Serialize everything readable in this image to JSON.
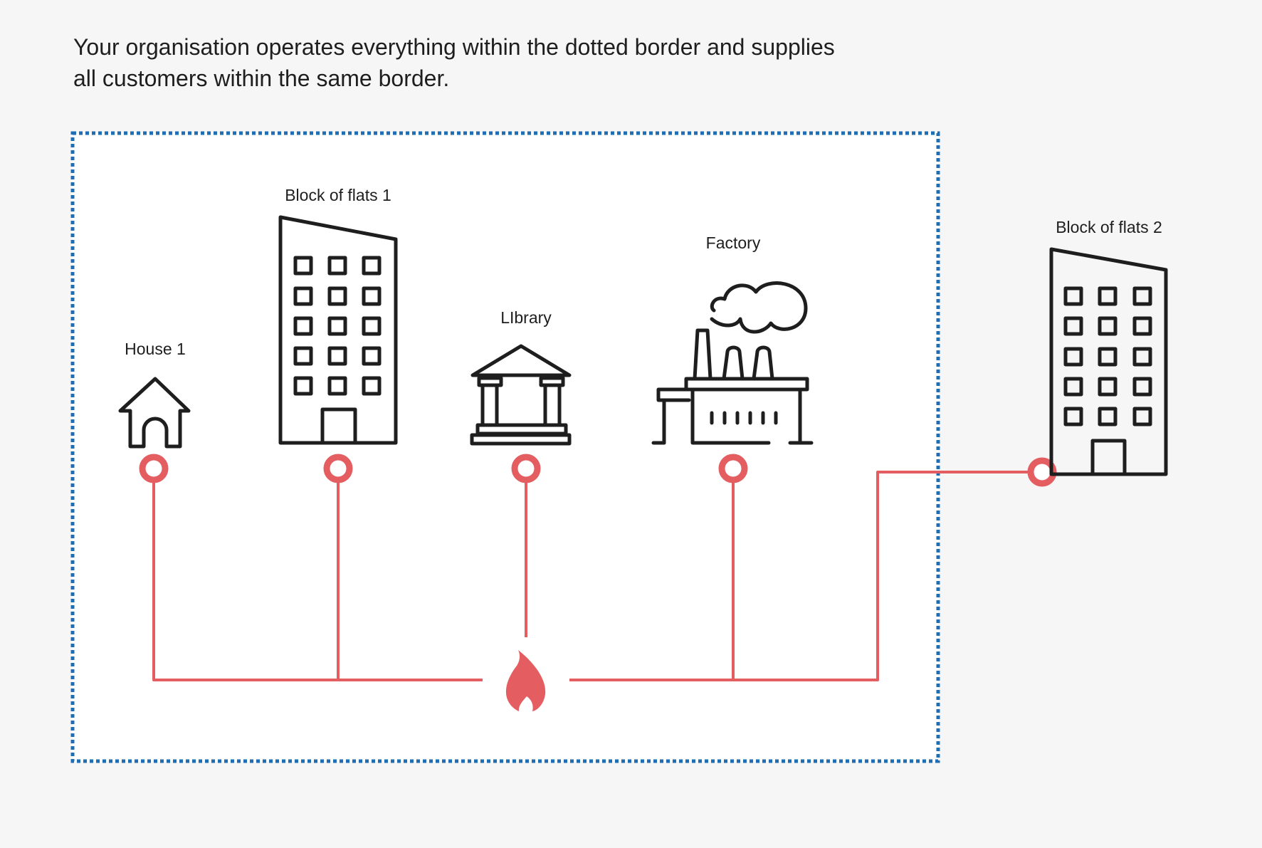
{
  "intro": {
    "line1": "Your organisation operates everything within the dotted border and supplies",
    "line2": "all customers within the same border."
  },
  "buildings": {
    "house1": "House 1",
    "flats1": "Block of flats 1",
    "library": "LIbrary",
    "factory": "Factory",
    "flats2": "Block of flats 2"
  },
  "colors": {
    "background": "#f6f6f6",
    "border": "#1f6eb3",
    "pipe": "#e35d61",
    "icon": "#1e1e1e"
  },
  "icons": {
    "source": "flame-icon",
    "house": "house-icon",
    "flats": "apartment-building-icon",
    "library": "library-icon",
    "factory": "factory-icon"
  }
}
